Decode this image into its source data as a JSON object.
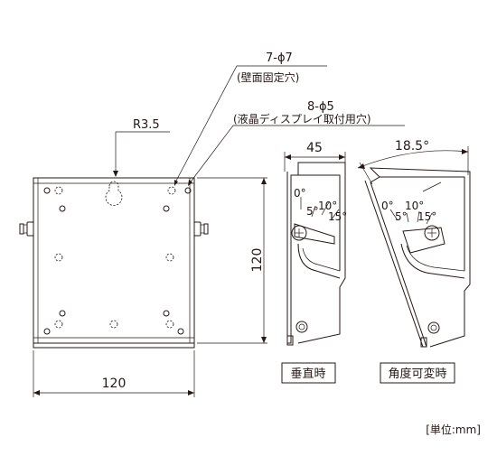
{
  "labels": {
    "wall_holes_count": "7-ϕ7",
    "wall_holes_desc": "(壁面固定穴)",
    "lcd_holes_count": "8-ϕ5",
    "lcd_holes_desc": "(液晶ディスプレイ取付用穴)",
    "radius": "R3.5",
    "height_dim": "120",
    "width_dim": "120",
    "depth_dim": "45",
    "tilt_dim": "18.5°",
    "angle_0": "0°",
    "angle_5": "5°",
    "angle_10": "10°",
    "angle_15": "15°",
    "caption_vertical": "垂直時",
    "caption_tilt": "角度可変時",
    "unit": "[単位:mm]"
  }
}
